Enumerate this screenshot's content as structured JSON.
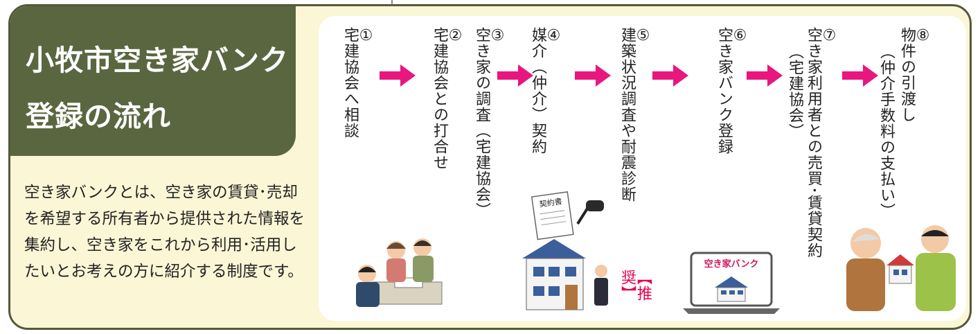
{
  "title": {
    "line1": "小牧市空き家バンク",
    "line2": "登録の流れ"
  },
  "description": "空き家バンクとは、空き家の賃貸･売却を希望する所有者から提供された情報を集約し、空き家をこれから利用･活用したいとお考えの方に紹介する制度です。",
  "steps": [
    {
      "num": "①",
      "label": "宅建協会へ相談",
      "sub": ""
    },
    {
      "num": "②",
      "label": "宅建協会との打合せ",
      "sub": ""
    },
    {
      "num": "③",
      "label": "空き家の調査（宅建協会）",
      "sub": ""
    },
    {
      "num": "④",
      "label": "媒介（仲介）契約",
      "sub": ""
    },
    {
      "num": "⑤",
      "label": "建築状況調査や耐震診断",
      "sub": ""
    },
    {
      "num": "⑥",
      "label": "空き家バンク登録",
      "sub": ""
    },
    {
      "num": "⑦",
      "label": "空き家利用者との売買･賃貸契約",
      "sub": "（宅建協会）"
    },
    {
      "num": "⑧",
      "label": "物件の引渡し",
      "sub": "（仲介手数料の支払い）"
    }
  ],
  "recommend_label": "【推奨】",
  "contract_label": "契約書",
  "laptop_screen_label": "空き家バンク",
  "colors": {
    "panel_bg": "#fbf6d6",
    "title_bg": "#5a6640",
    "border": "#525a3a",
    "arrow": "#e8177f",
    "recommend": "#e8004d"
  }
}
